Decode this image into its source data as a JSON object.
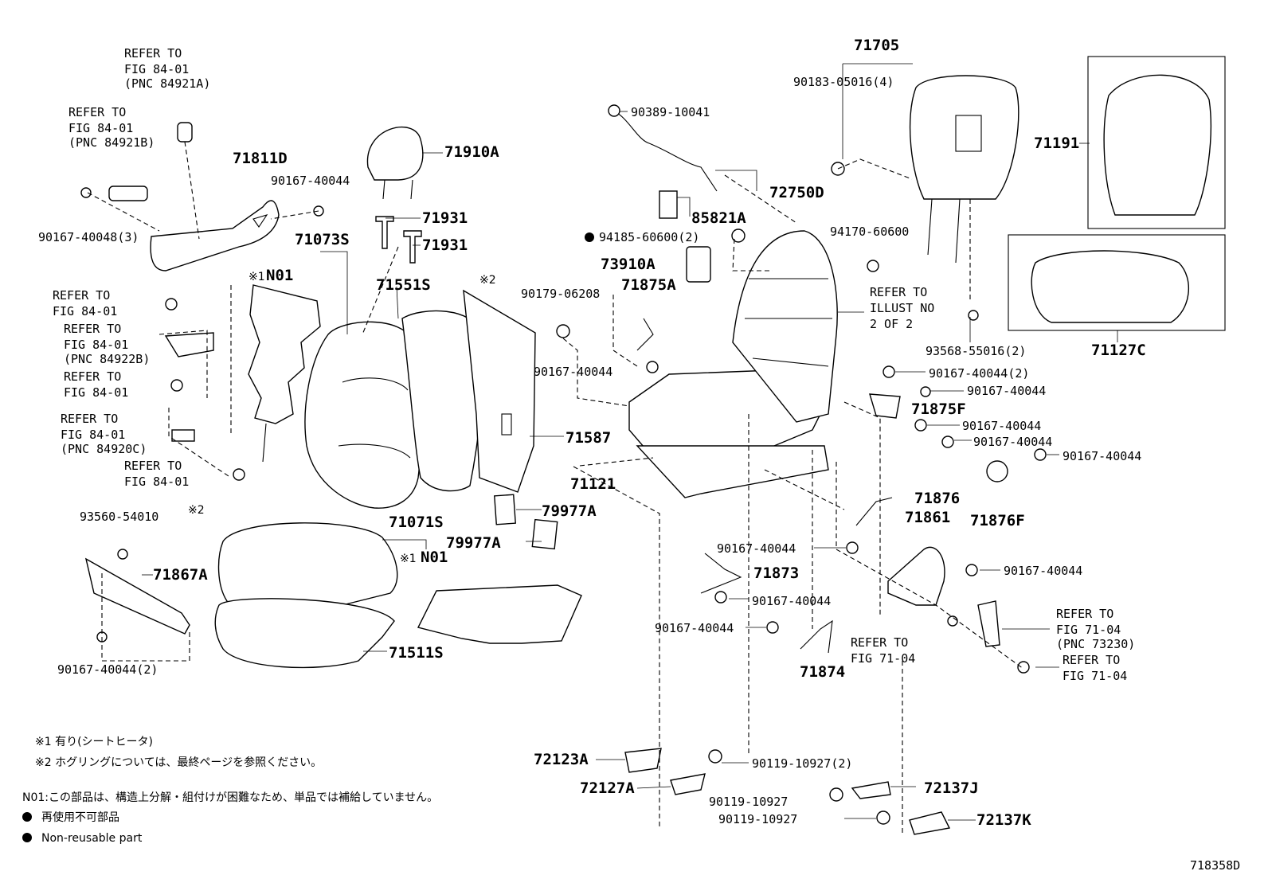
{
  "refer_fig_84": "REFER TO\nFIG 84-01",
  "refer_fig_71": "REFER TO\nFIG 71-04",
  "labels": {
    "l1": "REFER TO",
    "l2": "FIG 84-01",
    "l3": "(PNC 84921A)",
    "l4": "REFER TO",
    "l5": "FIG 84-01",
    "l6": "(PNC 84921B)",
    "l7": "90167-40048(3)",
    "l8": "71811D",
    "l9": "90167-40044",
    "l10": "71910A",
    "l11": "71931",
    "l12": "71931",
    "l13": "71073S",
    "l14": "※1",
    "l15": "N01",
    "l16": "71551S",
    "l17": "※2",
    "l18": "REFER TO",
    "l19": "FIG 84-01",
    "l20": "REFER TO",
    "l21": "FIG 84-01",
    "l22": "(PNC 84922B)",
    "l23": "REFER TO",
    "l24": "FIG 84-01",
    "l25": "REFER TO",
    "l26": "FIG 84-01",
    "l27": "(PNC 84920C)",
    "l28": "REFER TO",
    "l29": "FIG 84-01",
    "l30": "71587",
    "l31": "79977A",
    "l32": "79977A",
    "l33": "93560-54010",
    "l34": "※2",
    "l35": "71867A",
    "l36": "90167-40044(2)",
    "l37": "71071S",
    "l38": "※1",
    "l39": "N01",
    "l40": "71511S",
    "l41": "90389-10041",
    "l42": "72750D",
    "l43": "85821A",
    "l44": "94185-60600(2)",
    "l45": "73910A",
    "l46": "71875A",
    "l47": "90179-06208",
    "l48": "90167-40044",
    "l49": "71121",
    "l50": "71705",
    "l51": "90183-05016(4)",
    "l52": "94170-60600",
    "l53": "REFER TO",
    "l54": "ILLUST NO",
    "l55": "2 OF 2",
    "l56": "93568-55016(2)",
    "l57": "71191",
    "l58": "71127C",
    "l59": "90167-40044(2)",
    "l60": "90167-40044",
    "l61": "71875F",
    "l62": "90167-40044",
    "l63": "90167-40044",
    "l64": "90167-40044",
    "l65": "71876",
    "l66": "71861",
    "l67": "71876F",
    "l68": "90167-40044",
    "l69": "90167-40044",
    "l70": "71873",
    "l71": "90167-40044",
    "l72": "90167-40044",
    "l73": "REFER TO",
    "l74": "FIG 71-04",
    "l75": "71874",
    "l76": "REFER TO",
    "l77": "FIG 71-04",
    "l78": "(PNC 73230)",
    "l79": "REFER TO",
    "l80": "FIG 71-04",
    "l81": "72123A",
    "l82": "72127A",
    "l83": "90119-10927(2)",
    "l84": "90119-10927",
    "l85": "90119-10927",
    "l86": "72137J",
    "l87": "72137K"
  },
  "notes": {
    "n1": "※1 有り(シートヒータ)",
    "n2": "※2  ホグリングについては、最終ページを参照ください。",
    "n3": "N01:この部品は、構造上分解・組付けが困難なため、単品では補給していません。",
    "n4": "再使用不可部品",
    "n5": "Non-reusable part"
  },
  "figure_id": "718358D"
}
